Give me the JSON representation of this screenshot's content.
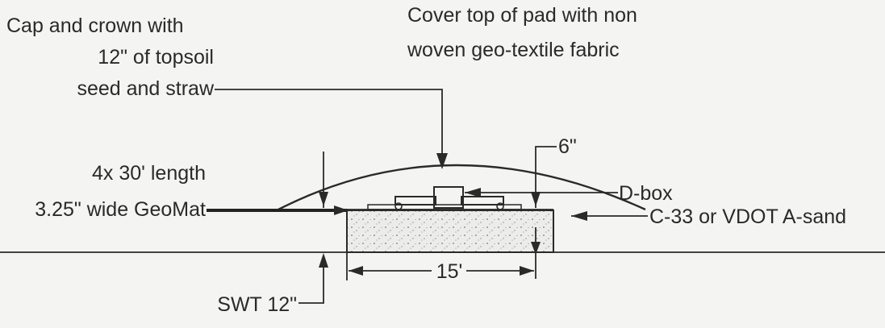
{
  "labels": {
    "cap_line1": "Cap and crown with",
    "cap_line2": "12\" of topsoil",
    "cap_line3": "seed and straw",
    "cover_line1": "Cover top of pad with non",
    "cover_line2": "woven geo-textile fabric",
    "six_inch": "6\"",
    "length_line1": "4x 30' length",
    "length_line2": "3.25\" wide GeoMat",
    "dbox": "D-box",
    "sand": "C-33 or VDOT A-sand",
    "width": "15'",
    "swt": "SWT 12\""
  },
  "colors": {
    "ink": "#2a2a2a",
    "background": "#f4f4f2",
    "sand_fill": "#e6e6e3"
  }
}
